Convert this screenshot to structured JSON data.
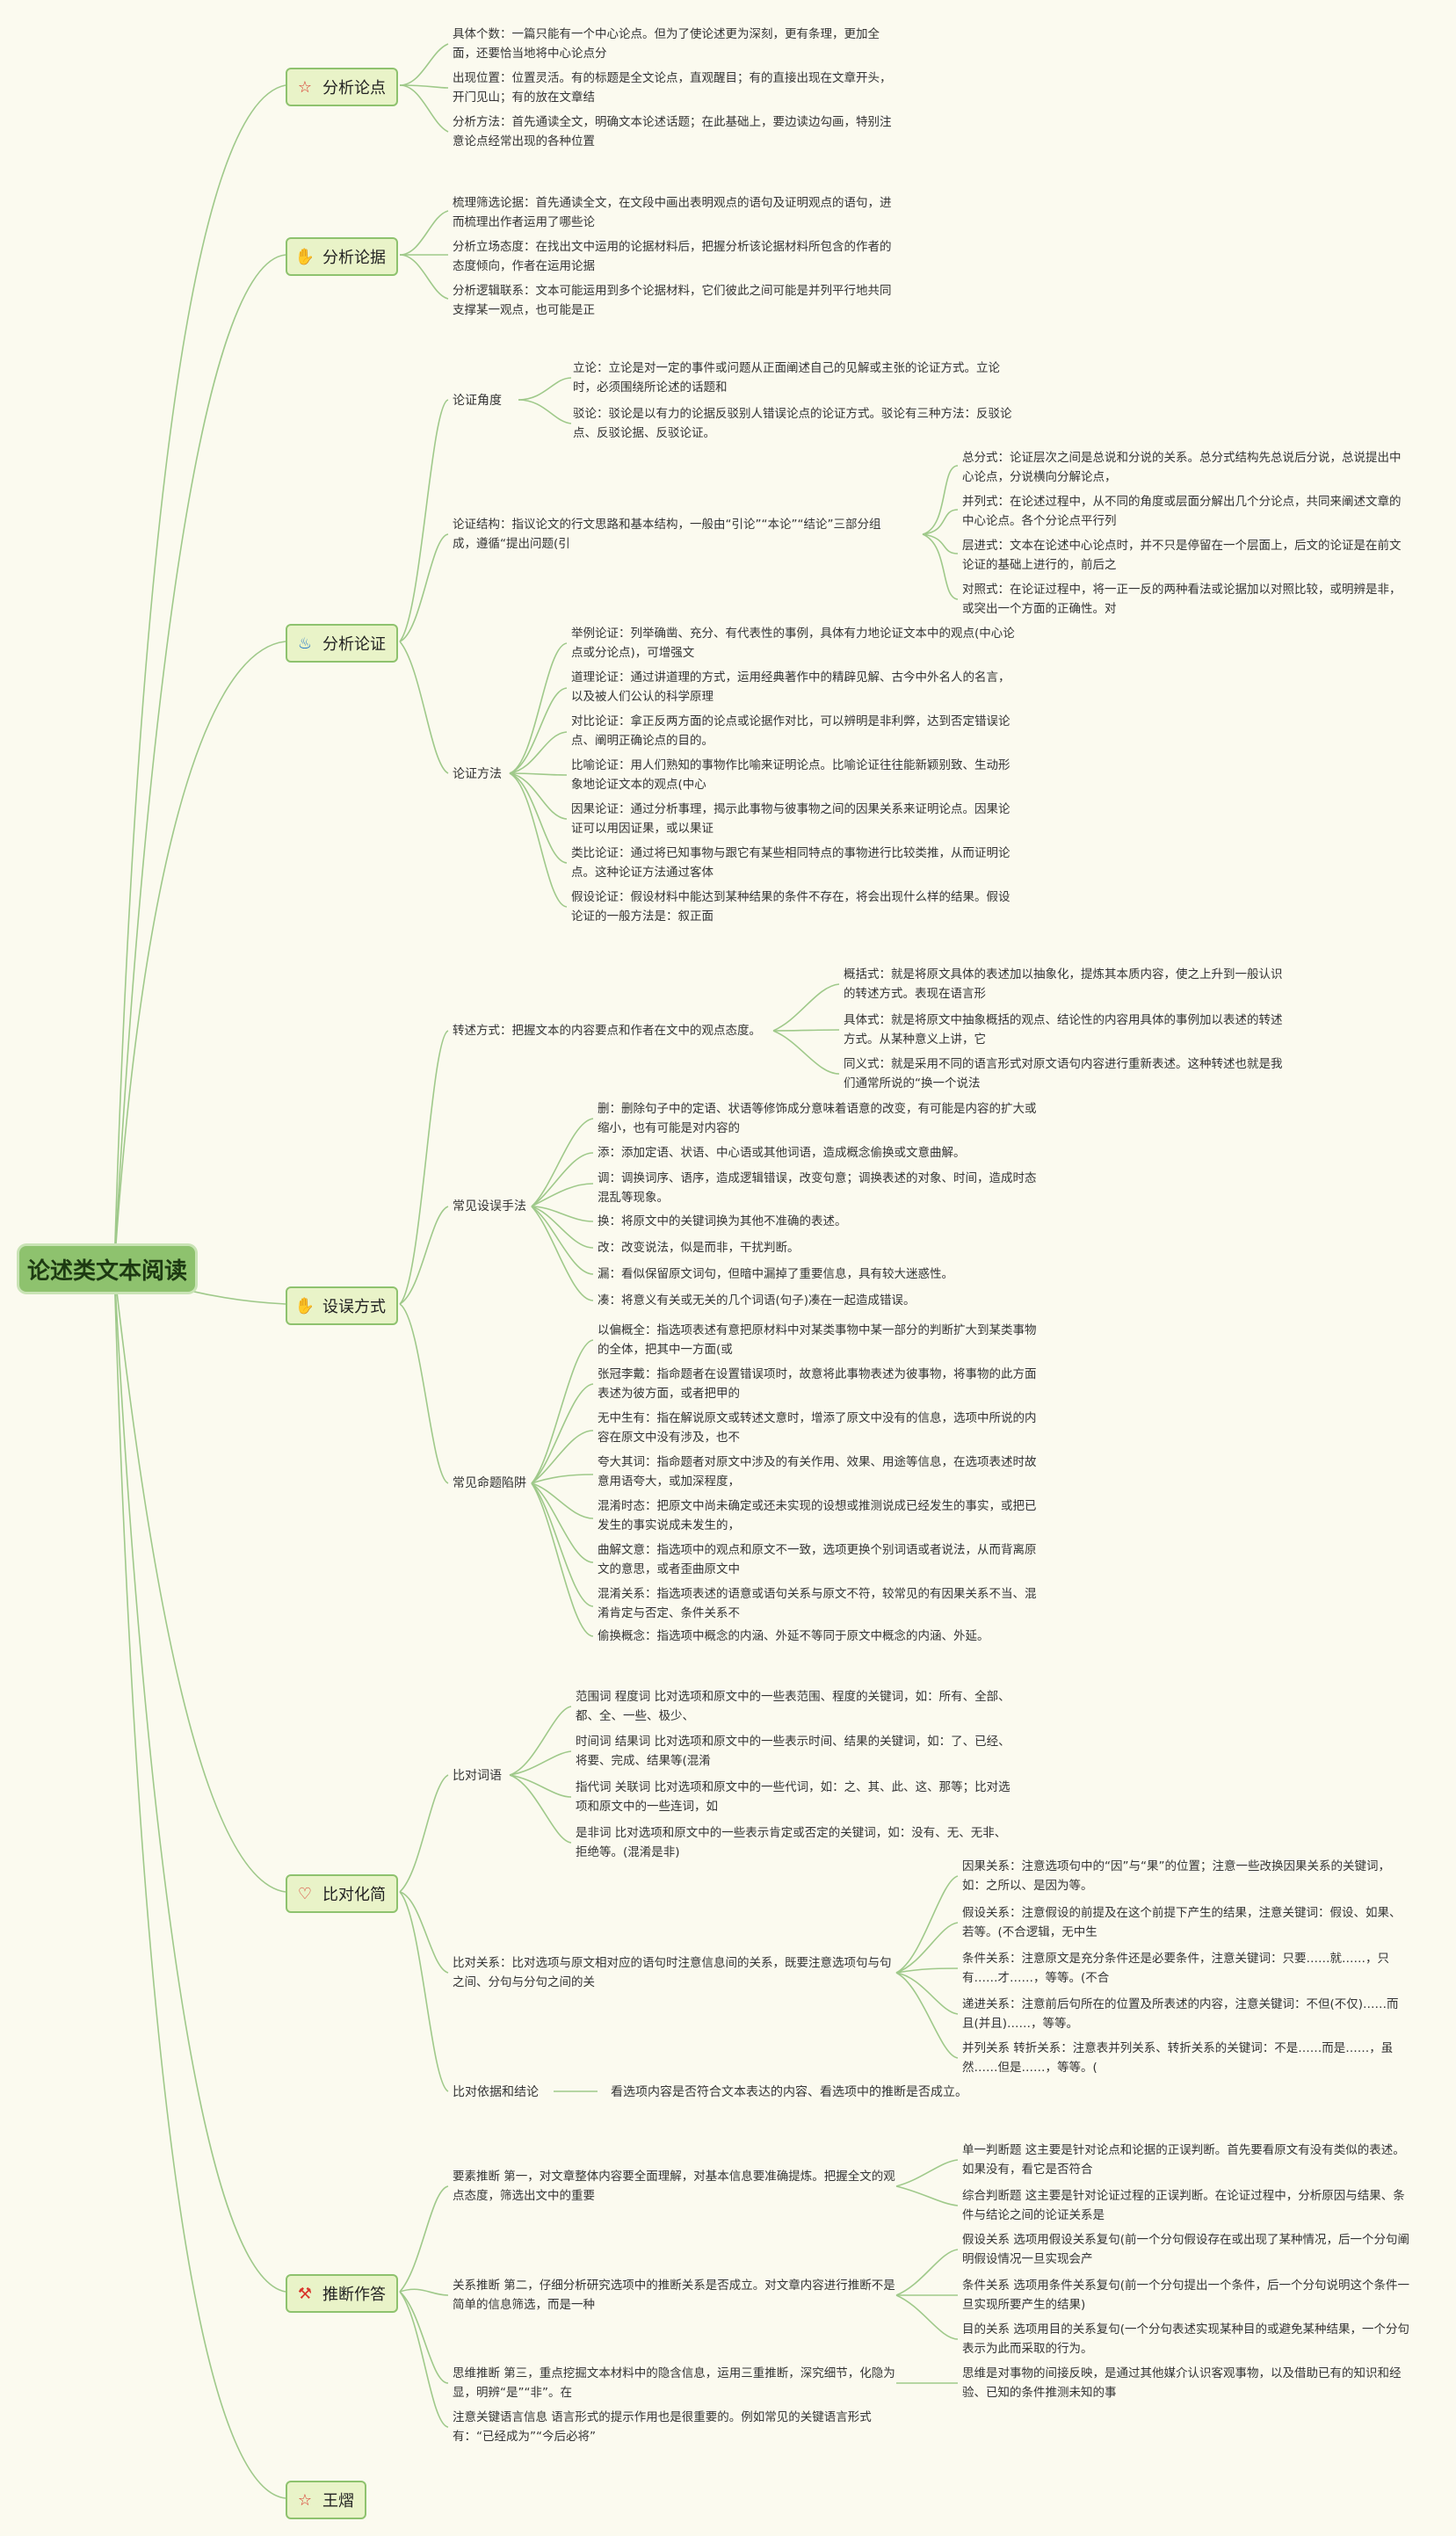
{
  "root": "论述类文本阅读",
  "branches": [
    {
      "label": "分析论点",
      "icon": "star-icon"
    },
    {
      "label": "分析论据",
      "icon": "hands-icon"
    },
    {
      "label": "分析论证",
      "icon": "fire-icon"
    },
    {
      "label": "设误方式",
      "icon": "hands-icon"
    },
    {
      "label": "比对化简",
      "icon": "heart-icon"
    },
    {
      "label": "推断作答",
      "icon": "tool-icon"
    },
    {
      "label": "王熠",
      "icon": "star-icon"
    }
  ],
  "subs": {
    "lunzheng_jiaodu": "论证角度",
    "lunzheng_jiegou": "论证结构：指议论文的行文思路和基本结构，一般由“引论”“本论”“结论”三部分组成，遵循“提出问题(引",
    "lunzheng_fangfa": "论证方法",
    "zhuanshu": "转述方式：把握文本的内容要点和作者在文中的观点态度。",
    "changjian_shewu": "常见设误手法",
    "changjian_mingti": "常见命题陷阱",
    "bidui_ci": "比对词语",
    "bidui_guanxi": "比对关系：比对选项与原文相对应的语句时注意信息间的关系，既要注意选项句与句之间、分句与分句之间的关",
    "bidui_yiju": "比对依据和结论",
    "bidui_yiju_detail": "看选项内容是否符合文本表达的内容、看选项中的推断是否成立。",
    "tuiduan_1": "要素推断 第一，对文章整体内容要全面理解，对基本信息要准确提炼。把握全文的观点态度，筛选出文中的重要",
    "tuiduan_2": "关系推断 第二，仔细分析研究选项中的推断关系是否成立。对文章内容进行推断不是简单的信息筛选，而是一种",
    "tuiduan_3": "思维推断 第三，重点挖掘文本材料中的隐含信息，运用三重推断，深究细节，化隐为显，明辨“是”“非”。在",
    "tuiduan_4": "注意关键语言信息 语言形式的提示作用也是很重要的。例如常见的关键语言形式有：“已经成为”“今后必将”"
  },
  "leaves": {
    "lundian_1": "具体个数：一篇只能有一个中心论点。但为了使论述更为深刻，更有条理，更加全面，还要恰当地将中心论点分",
    "lundian_2": "出现位置：位置灵活。有的标题是全文论点，直观醒目；有的直接出现在文章开头，开门见山；有的放在文章结",
    "lundian_3": "分析方法：首先通读全文，明确文本论述话题；在此基础上，要边读边勾画，特别注意论点经常出现的各种位置",
    "lunju_1": "梳理筛选论据：首先通读全文，在文段中画出表明观点的语句及证明观点的语句，进而梳理出作者运用了哪些论",
    "lunju_2": "分析立场态度：在找出文中运用的论据材料后，把握分析该论据材料所包含的作者的态度倾向，作者在运用论据",
    "lunju_3": "分析逻辑联系：文本可能运用到多个论据材料，它们彼此之间可能是并列平行地共同支撑某一观点，也可能是正",
    "jiaodu_1": "立论：立论是对一定的事件或问题从正面阐述自己的见解或主张的论证方式。立论时，必须围绕所论述的话题和",
    "jiaodu_2": "驳论：驳论是以有力的论据反驳别人错误论点的论证方式。驳论有三种方法：反驳论点、反驳论据、反驳论证。",
    "jiegou_1": "总分式：论证层次之间是总说和分说的关系。总分式结构先总说后分说，总说提出中心论点，分说横向分解论点，",
    "jiegou_2": "并列式：在论述过程中，从不同的角度或层面分解出几个分论点，共同来阐述文章的中心论点。各个分论点平行列",
    "jiegou_3": "层进式：文本在论述中心论点时，并不只是停留在一个层面上，后文的论证是在前文论证的基础上进行的，前后之",
    "jiegou_4": "对照式：在论证过程中，将一正一反的两种看法或论据加以对照比较，或明辨是非，或突出一个方面的正确性。对",
    "fangfa_1": "举例论证：列举确凿、充分、有代表性的事例，具体有力地论证文本中的观点(中心论点或分论点)，可增强文",
    "fangfa_2": "道理论证：通过讲道理的方式，运用经典著作中的精辟见解、古今中外名人的名言，以及被人们公认的科学原理",
    "fangfa_3": "对比论证：拿正反两方面的论点或论据作对比，可以辨明是非利弊，达到否定错误论点、阐明正确论点的目的。",
    "fangfa_4": "比喻论证：用人们熟知的事物作比喻来证明论点。比喻论证往往能新颖别致、生动形象地论证文本的观点(中心",
    "fangfa_5": "因果论证：通过分析事理，揭示此事物与彼事物之间的因果关系来证明论点。因果论证可以用因证果，或以果证",
    "fangfa_6": "类比论证：通过将已知事物与跟它有某些相同特点的事物进行比较类推，从而证明论点。这种论证方法通过客体",
    "fangfa_7": "假设论证：假设材料中能达到某种结果的条件不存在，将会出现什么样的结果。假设论证的一般方法是：叙正面",
    "zhuanshu_1": "概括式：就是将原文具体的表述加以抽象化，提炼其本质内容，使之上升到一般认识的转述方式。表现在语言形",
    "zhuanshu_2": "具体式：就是将原文中抽象概括的观点、结论性的内容用具体的事例加以表述的转述方式。从某种意义上讲，它",
    "zhuanshu_3": "同义式：就是采用不同的语言形式对原文语句内容进行重新表述。这种转述也就是我们通常所说的“换一个说法",
    "shewu_1": "删：删除句子中的定语、状语等修饰成分意味着语意的改变，有可能是内容的扩大或缩小，也有可能是对内容的",
    "shewu_2": "添：添加定语、状语、中心语或其他词语，造成概念偷换或文意曲解。",
    "shewu_3": "调：调换词序、语序，造成逻辑错误，改变句意；调换表述的对象、时间，造成时态混乱等现象。",
    "shewu_4": "换：将原文中的关键词换为其他不准确的表述。",
    "shewu_5": "改：改变说法，似是而非，干扰判断。",
    "shewu_6": "漏：看似保留原文词句，但暗中漏掉了重要信息，具有较大迷惑性。",
    "shewu_7": "凑：将意义有关或无关的几个词语(句子)凑在一起造成错误。",
    "mingti_1": "以偏概全：指选项表述有意把原材料中对某类事物中某一部分的判断扩大到某类事物的全体，把其中一方面(或",
    "mingti_2": "张冠李戴：指命题者在设置错误项时，故意将此事物表述为彼事物，将事物的此方面表述为彼方面，或者把甲的",
    "mingti_3": "无中生有：指在解说原文或转述文意时，增添了原文中没有的信息，选项中所说的内容在原文中没有涉及，也不",
    "mingti_4": "夸大其词：指命题者对原文中涉及的有关作用、效果、用途等信息，在选项表述时故意用语夸大，或加深程度，",
    "mingti_5": "混淆时态：把原文中尚未确定或还未实现的设想或推测说成已经发生的事实，或把已发生的事实说成未发生的，",
    "mingti_6": "曲解文意：指选项中的观点和原文不一致，选项更换个别词语或者说法，从而背离原文的意思，或者歪曲原文中",
    "mingti_7": "混淆关系：指选项表述的语意或语句关系与原文不符，较常见的有因果关系不当、混淆肯定与否定、条件关系不",
    "mingti_8": "偷换概念：指选项中概念的内涵、外延不等同于原文中概念的内涵、外延。",
    "ci_1": "范围词 程度词 比对选项和原文中的一些表范围、程度的关键词，如：所有、全部、都、全、一些、极少、",
    "ci_2": "时间词 结果词 比对选项和原文中的一些表示时间、结果的关键词，如：了、已经、将要、完成、结果等(混淆",
    "ci_3": "指代词 关联词 比对选项和原文中的一些代词，如：之、其、此、这、那等；比对选项和原文中的一些连词，如",
    "ci_4": "是非词 比对选项和原文中的一些表示肯定或否定的关键词，如：没有、无、无非、拒绝等。(混淆是非)",
    "guanxi_1": "因果关系：注意选项句中的“因”与“果”的位置；注意一些改换因果关系的关键词，如：之所以、是因为等。",
    "guanxi_2": "假设关系：注意假设的前提及在这个前提下产生的结果，注意关键词：假设、如果、若等。(不合逻辑，无中生",
    "guanxi_3": "条件关系：注意原文是充分条件还是必要条件，注意关键词：只要……就……，只有……才……，等等。(不合",
    "guanxi_4": "递进关系：注意前后句所在的位置及所表述的内容，注意关键词：不但(不仅)……而且(并且)……，等等。",
    "guanxi_5": "并列关系 转折关系：注意表并列关系、转折关系的关键词：不是……而是……，虽然……但是……，等等。(",
    "tuiduan_a1": "单一判断题 这主要是针对论点和论据的正误判断。首先要看原文有没有类似的表述。如果没有，看它是否符合",
    "tuiduan_a2": "综合判断题 这主要是针对论证过程的正误判断。在论证过程中，分析原因与结果、条件与结论之间的论证关系是",
    "tuiduan_b1": "假设关系 选项用假设关系复句(前一个分句假设存在或出现了某种情况，后一个分句阐明假设情况一旦实现会产",
    "tuiduan_b2": "条件关系 选项用条件关系复句(前一个分句提出一个条件，后一个分句说明这个条件一旦实现所要产生的结果)",
    "tuiduan_b3": "目的关系 选项用目的关系复句(一个分句表述实现某种目的或避免某种结果，一个分句表示为此而采取的行为。",
    "tuiduan_c1": "思维是对事物的间接反映，是通过其他媒介认识客观事物，以及借助已有的知识和经验、已知的条件推测未知的事"
  }
}
